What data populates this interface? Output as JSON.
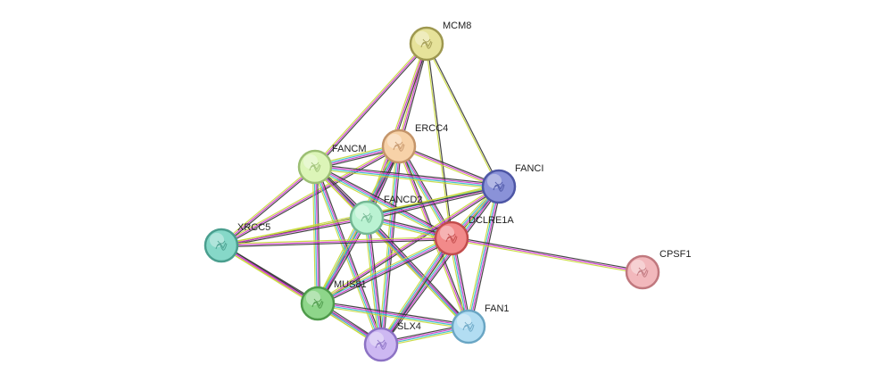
{
  "network": {
    "nodes": [
      {
        "id": "MCM8",
        "label": "MCM8",
        "fill": "#e6e29a",
        "stroke": "#9e9850"
      },
      {
        "id": "ERCC4",
        "label": "ERCC4",
        "fill": "#f7d2a8",
        "stroke": "#c4956a"
      },
      {
        "id": "FANCM",
        "label": "FANCM",
        "fill": "#dcf5b8",
        "stroke": "#9cbf74"
      },
      {
        "id": "FANCI",
        "label": "FANCI",
        "fill": "#8a92d8",
        "stroke": "#4d56a5"
      },
      {
        "id": "FANCD2",
        "label": "FANCD2",
        "fill": "#baf2d2",
        "stroke": "#74b894"
      },
      {
        "id": "DCLRE1A",
        "label": "DCLRE1A",
        "fill": "#f28a8a",
        "stroke": "#c24c4c"
      },
      {
        "id": "XRCC5",
        "label": "XRCC5",
        "fill": "#86d8c8",
        "stroke": "#4a9e8e"
      },
      {
        "id": "CPSF1",
        "label": "CPSF1",
        "fill": "#f2b8bc",
        "stroke": "#c0787e"
      },
      {
        "id": "MUS81",
        "label": "MUS81",
        "fill": "#8ed68a",
        "stroke": "#4e9a4a"
      },
      {
        "id": "FAN1",
        "label": "FAN1",
        "fill": "#b2ddf2",
        "stroke": "#6aa6c4"
      },
      {
        "id": "SLX4",
        "label": "SLX4",
        "fill": "#cdb8f2",
        "stroke": "#8c72c4"
      }
    ],
    "edges": [
      {
        "source": "MCM8",
        "target": "FANCM",
        "colors": [
          "#333333",
          "#cc33cc",
          "#c8d838"
        ]
      },
      {
        "source": "MCM8",
        "target": "ERCC4",
        "colors": [
          "#333333",
          "#cc33cc",
          "#c8d838"
        ]
      },
      {
        "source": "MCM8",
        "target": "FANCI",
        "colors": [
          "#333333",
          "#c8d838"
        ]
      },
      {
        "source": "MCM8",
        "target": "FANCD2",
        "colors": [
          "#333333",
          "#cc33cc",
          "#c8d838"
        ]
      },
      {
        "source": "MCM8",
        "target": "DCLRE1A",
        "colors": [
          "#333333",
          "#c8d838"
        ]
      },
      {
        "source": "ERCC4",
        "target": "FANCM",
        "colors": [
          "#333333",
          "#cc33cc",
          "#33bbcc",
          "#c8d838"
        ]
      },
      {
        "source": "ERCC4",
        "target": "FANCI",
        "colors": [
          "#333333",
          "#cc33cc",
          "#c8d838"
        ]
      },
      {
        "source": "ERCC4",
        "target": "FANCD2",
        "colors": [
          "#333333",
          "#cc33cc",
          "#33bbcc",
          "#c8d838"
        ]
      },
      {
        "source": "ERCC4",
        "target": "DCLRE1A",
        "colors": [
          "#333333",
          "#cc33cc",
          "#33bbcc",
          "#c8d838"
        ]
      },
      {
        "source": "ERCC4",
        "target": "XRCC5",
        "colors": [
          "#333333",
          "#cc33cc",
          "#c8d838"
        ]
      },
      {
        "source": "ERCC4",
        "target": "MUS81",
        "colors": [
          "#333333",
          "#cc33cc",
          "#33bbcc",
          "#c8d838"
        ]
      },
      {
        "source": "ERCC4",
        "target": "SLX4",
        "colors": [
          "#333333",
          "#cc33cc",
          "#33bbcc",
          "#c8d838"
        ]
      },
      {
        "source": "ERCC4",
        "target": "FAN1",
        "colors": [
          "#333333",
          "#cc33cc",
          "#c8d838"
        ]
      },
      {
        "source": "FANCM",
        "target": "FANCI",
        "colors": [
          "#333333",
          "#cc33cc",
          "#33bbcc",
          "#c8d838"
        ]
      },
      {
        "source": "FANCM",
        "target": "FANCD2",
        "colors": [
          "#333333",
          "#cc33cc",
          "#33bbcc",
          "#c8d838"
        ]
      },
      {
        "source": "FANCM",
        "target": "DCLRE1A",
        "colors": [
          "#333333",
          "#cc33cc",
          "#33bbcc",
          "#c8d838"
        ]
      },
      {
        "source": "FANCM",
        "target": "XRCC5",
        "colors": [
          "#333333",
          "#cc33cc",
          "#c8d838"
        ]
      },
      {
        "source": "FANCM",
        "target": "MUS81",
        "colors": [
          "#333333",
          "#cc33cc",
          "#33bbcc",
          "#c8d838"
        ]
      },
      {
        "source": "FANCM",
        "target": "SLX4",
        "colors": [
          "#333333",
          "#cc33cc",
          "#33bbcc",
          "#c8d838"
        ]
      },
      {
        "source": "FANCM",
        "target": "FAN1",
        "colors": [
          "#333333",
          "#cc33cc",
          "#c8d838"
        ]
      },
      {
        "source": "FANCI",
        "target": "FANCD2",
        "colors": [
          "#333333",
          "#cc33cc",
          "#33bbcc",
          "#c8d838"
        ]
      },
      {
        "source": "FANCI",
        "target": "DCLRE1A",
        "colors": [
          "#333333",
          "#cc33cc",
          "#33bbcc",
          "#c8d838"
        ]
      },
      {
        "source": "FANCI",
        "target": "XRCC5",
        "colors": [
          "#333333",
          "#c8d838"
        ]
      },
      {
        "source": "FANCI",
        "target": "MUS81",
        "colors": [
          "#333333",
          "#cc33cc",
          "#c8d838"
        ]
      },
      {
        "source": "FANCI",
        "target": "SLX4",
        "colors": [
          "#333333",
          "#cc33cc",
          "#33bbcc",
          "#c8d838"
        ]
      },
      {
        "source": "FANCI",
        "target": "FAN1",
        "colors": [
          "#333333",
          "#cc33cc",
          "#33bbcc",
          "#c8d838"
        ]
      },
      {
        "source": "FANCD2",
        "target": "DCLRE1A",
        "colors": [
          "#333333",
          "#cc33cc",
          "#33bbcc",
          "#c8d838"
        ]
      },
      {
        "source": "FANCD2",
        "target": "XRCC5",
        "colors": [
          "#333333",
          "#cc33cc",
          "#c8d838"
        ]
      },
      {
        "source": "FANCD2",
        "target": "MUS81",
        "colors": [
          "#333333",
          "#cc33cc",
          "#33bbcc",
          "#c8d838"
        ]
      },
      {
        "source": "FANCD2",
        "target": "SLX4",
        "colors": [
          "#333333",
          "#cc33cc",
          "#33bbcc",
          "#c8d838"
        ]
      },
      {
        "source": "FANCD2",
        "target": "FAN1",
        "colors": [
          "#333333",
          "#cc33cc",
          "#33bbcc",
          "#c8d838"
        ]
      },
      {
        "source": "DCLRE1A",
        "target": "XRCC5",
        "colors": [
          "#333333",
          "#cc33cc",
          "#c8d838"
        ]
      },
      {
        "source": "DCLRE1A",
        "target": "MUS81",
        "colors": [
          "#333333",
          "#cc33cc",
          "#33bbcc",
          "#c8d838"
        ]
      },
      {
        "source": "DCLRE1A",
        "target": "SLX4",
        "colors": [
          "#333333",
          "#cc33cc",
          "#33bbcc",
          "#c8d838"
        ]
      },
      {
        "source": "DCLRE1A",
        "target": "FAN1",
        "colors": [
          "#333333",
          "#cc33cc",
          "#33bbcc",
          "#c8d838"
        ]
      },
      {
        "source": "DCLRE1A",
        "target": "CPSF1",
        "colors": [
          "#333333",
          "#cc33cc",
          "#c8d838"
        ]
      },
      {
        "source": "XRCC5",
        "target": "MUS81",
        "colors": [
          "#333333",
          "#cc33cc",
          "#c8d838"
        ]
      },
      {
        "source": "XRCC5",
        "target": "SLX4",
        "colors": [
          "#333333",
          "#cc33cc",
          "#c8d838"
        ]
      },
      {
        "source": "MUS81",
        "target": "SLX4",
        "colors": [
          "#333333",
          "#cc33cc",
          "#33bbcc",
          "#c8d838"
        ]
      },
      {
        "source": "MUS81",
        "target": "FAN1",
        "colors": [
          "#333333",
          "#cc33cc",
          "#33bbcc",
          "#c8d838"
        ]
      },
      {
        "source": "SLX4",
        "target": "FAN1",
        "colors": [
          "#333333",
          "#cc33cc",
          "#33bbcc",
          "#c8d838"
        ]
      }
    ]
  }
}
